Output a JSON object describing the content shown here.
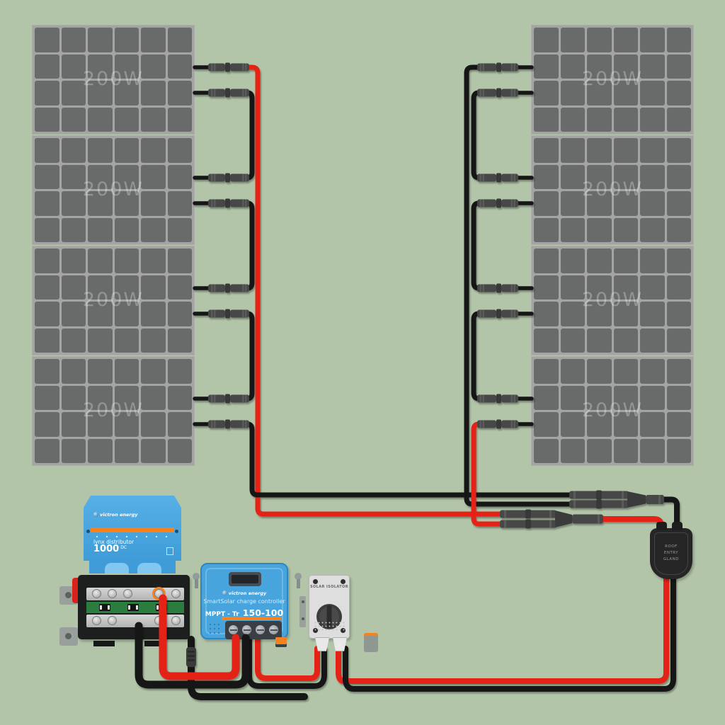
{
  "background_color": "#b2c5a8",
  "colors": {
    "cable_red": "#e42313",
    "cable_black": "#161616",
    "victron_blue": "#47a4dd",
    "victron_orange": "#f5821f",
    "panel_cell": "#686b69",
    "panel_frame": "#a4a4a4",
    "connector_gray": "#464646"
  },
  "panels": {
    "wattage_label": "200W",
    "left_count": 4,
    "right_count": 4
  },
  "devices": {
    "lynx_distributor": {
      "brand": "victron energy",
      "product": "lynx distributor",
      "model": "1000",
      "model_suffix": "DC"
    },
    "mppt_controller": {
      "brand": "victron energy",
      "product": "SmartSolar charge controller",
      "series": "MPPT - Tr",
      "model": "150-100"
    },
    "solar_isolator": {
      "label": "SOLAR ISOLATOR"
    },
    "roof_entry_gland": {
      "label_lines": [
        "ROOF",
        "ENTRY",
        "GLAND"
      ]
    }
  }
}
